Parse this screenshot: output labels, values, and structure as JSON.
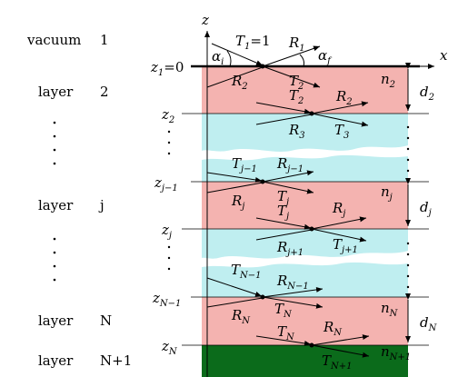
{
  "colors": {
    "layer_fill": "#f4b3b0",
    "wave_fill": "#bfeef0",
    "substrate_fill": "#0b6b1b",
    "line": "#000000"
  },
  "left_labels": {
    "vacuum": "vacuum",
    "vacuum_num": "1",
    "layer2": "layer",
    "layer2_num": "2",
    "layerj": "layer",
    "layerj_num": "j",
    "layerN": "layer",
    "layerN_num": "N",
    "layerN1": "layer",
    "layerN1_num": "N+1"
  },
  "axes": {
    "z": "z",
    "x": "x"
  },
  "z_labels": {
    "z1": "z",
    "z1_sub": "1",
    "z1_eq": "=0",
    "z2": "z",
    "z2_sub": "2",
    "zjm1": "z",
    "zjm1_sub": "j−1",
    "zj": "z",
    "zj_sub": "j",
    "zNm1": "z",
    "zNm1_sub": "N−1",
    "zN": "z",
    "zN_sub": "N"
  },
  "top_interface": {
    "T1": "T",
    "T1_sub": "1",
    "T1_eq": "=1",
    "R1": "R",
    "R1_sub": "1",
    "alpha_i": "α",
    "alpha_i_sub": "i",
    "alpha_f": "α",
    "alpha_f_sub": "f",
    "T2": "T",
    "T2_sub": "2",
    "R2": "R",
    "R2_sub": "2"
  },
  "layer2_bottom": {
    "T2": "T",
    "T2_sub": "2",
    "R2": "R",
    "R2_sub": "2",
    "R3": "R",
    "R3_sub": "3",
    "T3": "T",
    "T3_sub": "3"
  },
  "layerj_top": {
    "Tjm1": "T",
    "Tjm1_sub": "j−1",
    "Rjm1": "R",
    "Rjm1_sub": "j−1",
    "Rj": "R",
    "Rj_sub": "j",
    "Tj": "T",
    "Tj_sub": "j"
  },
  "layerj_bottom": {
    "Tj": "T",
    "Tj_sub": "j",
    "Rj": "R",
    "Rj_sub": "j",
    "Rjp1": "R",
    "Rjp1_sub": "j+1",
    "Tjp1": "T",
    "Tjp1_sub": "j+1"
  },
  "layerN_top": {
    "TNm1": "T",
    "TNm1_sub": "N−1",
    "RNm1": "R",
    "RNm1_sub": "N−1",
    "RN": "R",
    "RN_sub": "N",
    "TN": "T",
    "TN_sub": "N"
  },
  "layerN_bottom": {
    "TN": "T",
    "TN_sub": "N",
    "RN": "R",
    "RN_sub": "N",
    "TN1": "T",
    "TN1_sub": "N+1"
  },
  "refr_index": {
    "n2": "n",
    "n2_sub": "2",
    "nj": "n",
    "nj_sub": "j",
    "nN": "n",
    "nN_sub": "N",
    "nN1": "n",
    "nN1_sub": "N+1"
  },
  "thickness": {
    "d2": "d",
    "d2_sub": "2",
    "dj": "d",
    "dj_sub": "j",
    "dN": "d",
    "dN_sub": "N"
  }
}
